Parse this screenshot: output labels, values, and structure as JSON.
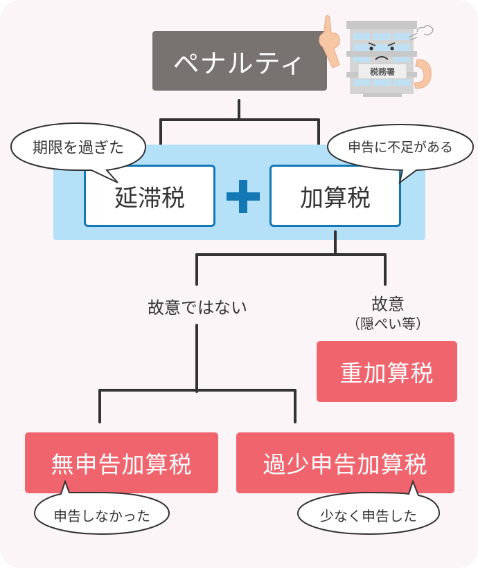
{
  "root": {
    "label": "ペナルティ"
  },
  "mascot": {
    "sign_text": "税務署",
    "icon": "tax-office-building-mascot"
  },
  "level1": {
    "left": {
      "label": "延滞税",
      "bubble": "期限を過ぎた"
    },
    "right": {
      "label": "加算税",
      "bubble": "申告に不足がある"
    },
    "operator": "plus-icon"
  },
  "branches": {
    "not_intentional": {
      "label": "故意ではない"
    },
    "intentional": {
      "label": "故意",
      "sublabel": "（隠ぺい等）",
      "result": "重加算税"
    }
  },
  "level3": {
    "left": {
      "label": "無申告加算税",
      "bubble": "申告しなかった"
    },
    "right": {
      "label": "過少申告加算税",
      "bubble": "少なく申告した"
    }
  },
  "colors": {
    "root": "#787270",
    "band": "#b4e0f8",
    "accent_blue": "#1478b4",
    "red": "#f0646e",
    "background": "#fcf5f7",
    "line": "#333333"
  }
}
